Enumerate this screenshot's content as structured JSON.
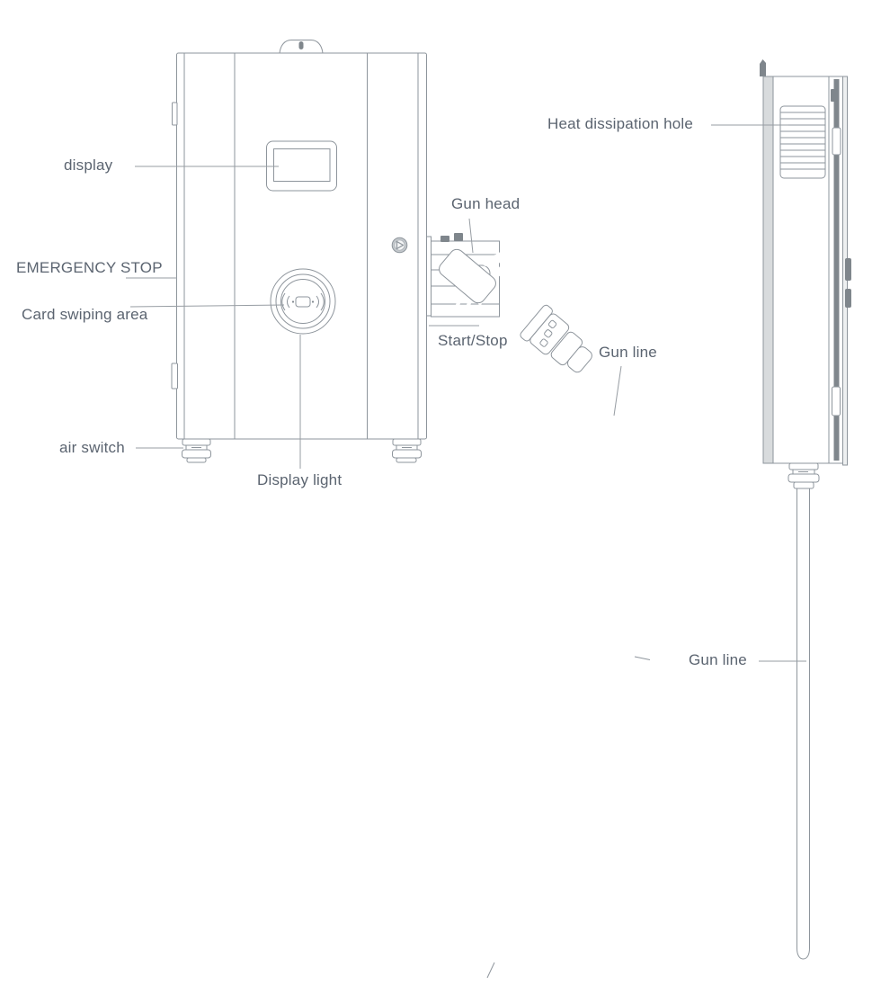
{
  "colors": {
    "background": "#ffffff",
    "line": "#8e959c",
    "dark_fill": "#7f868c",
    "text": "#5b6470"
  },
  "icons": {
    "nfc": "contactless-waves-icon",
    "start_button": "play-triangle-icon"
  },
  "labels": {
    "display": "display",
    "emergency_stop": "EMERGENCY STOP",
    "card_swiping_area": "Card swiping area",
    "air_switch": "air switch",
    "display_light": "Display light",
    "gun_head": "Gun head",
    "start_stop": "Start/Stop",
    "gun_line_front": "Gun line",
    "heat_dissipation_hole": "Heat dissipation hole",
    "gun_line_side": "Gun line"
  }
}
